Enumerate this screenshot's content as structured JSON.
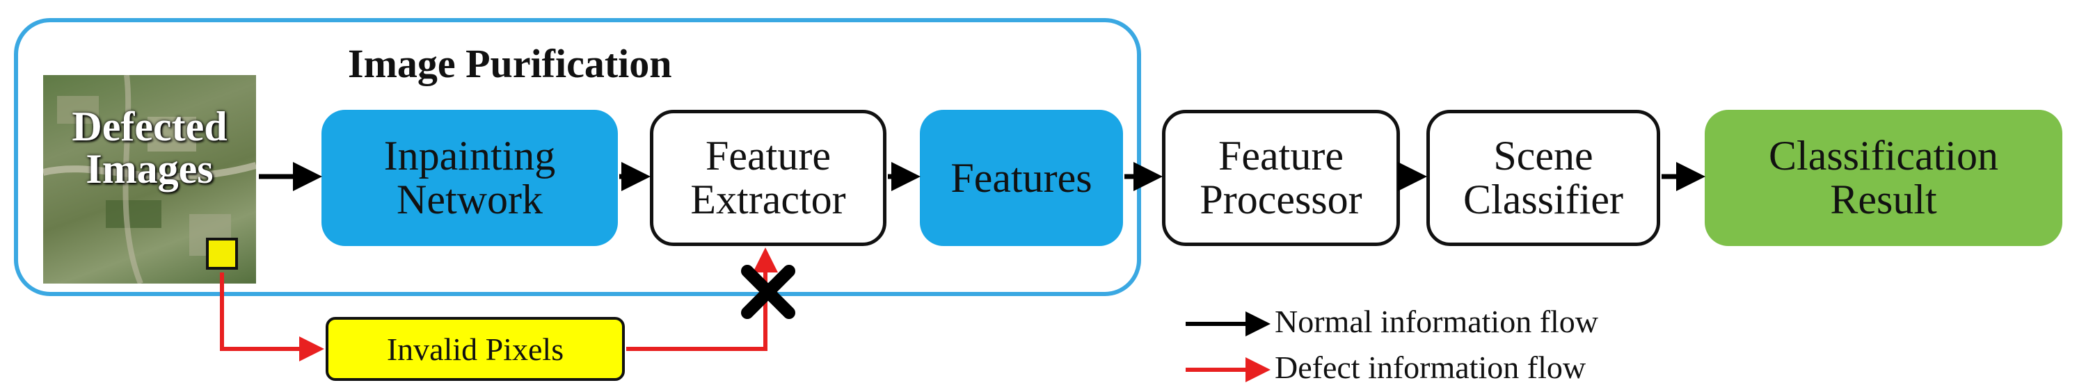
{
  "group": {
    "title": "Image Purification"
  },
  "input": {
    "label_line1": "Defected",
    "label_line2": "Images"
  },
  "blocks": {
    "inpainting": {
      "line1": "Inpainting",
      "line2": "Network"
    },
    "extractor": {
      "line1": "Feature",
      "line2": "Extractor"
    },
    "features": {
      "line1": "Features"
    },
    "processor": {
      "line1": "Feature",
      "line2": "Processor"
    },
    "classifier": {
      "line1": "Scene",
      "line2": "Classifier"
    },
    "result": {
      "line1": "Classification",
      "line2": "Result"
    }
  },
  "defect": {
    "label": "Invalid Pixels"
  },
  "legend": {
    "normal": "Normal information flow",
    "defect": "Defect information flow"
  },
  "colors": {
    "group_border": "#3aa8e2",
    "blue_block": "#1aa6e6",
    "result_block": "#7ec04a",
    "defect_box": "#ffff00",
    "defect_arrow": "#e82020",
    "normal_arrow": "#000000"
  }
}
